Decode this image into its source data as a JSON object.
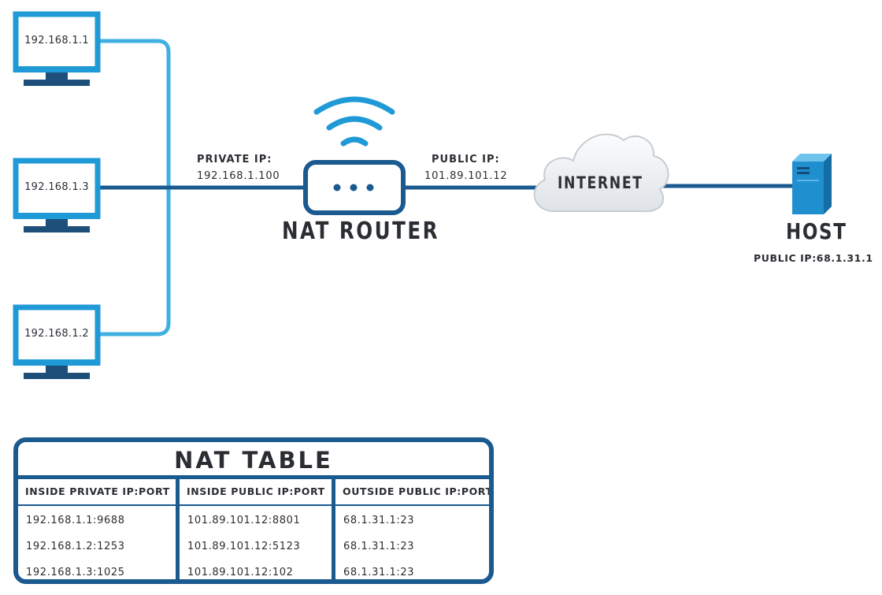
{
  "clients": [
    {
      "ip": "192.168.1.1"
    },
    {
      "ip": "192.168.1.3"
    },
    {
      "ip": "192.168.1.2"
    }
  ],
  "router": {
    "title": "NAT ROUTER",
    "private_label": "PRIVATE IP:",
    "private_ip": "192.168.1.100",
    "public_label": "PUBLIC IP:",
    "public_ip": "101.89.101.12"
  },
  "cloud": {
    "label": "INTERNET"
  },
  "host": {
    "title": "HOST",
    "public_ip_text": "PUBLIC IP:68.1.31.1"
  },
  "nat_table": {
    "title": "NAT TABLE",
    "columns": [
      {
        "header": "INSIDE PRIVATE IP:PORT",
        "cells": [
          "192.168.1.1:9688",
          "192.168.1.2:1253",
          "192.168.1.3:1025"
        ]
      },
      {
        "header": "INSIDE PUBLIC IP:PORT",
        "cells": [
          "101.89.101.12:8801",
          "101.89.101.12:5123",
          "101.89.101.12:102"
        ]
      },
      {
        "header": "OUTSIDE PUBLIC IP:PORT",
        "cells": [
          "68.1.31.1:23",
          "68.1.31.1:23",
          "68.1.31.1:23"
        ]
      }
    ]
  },
  "colors": {
    "device_blue": "#1f9ad6",
    "wire_light": "#3fb0e0",
    "wire_dark": "#1a5a8f",
    "monitor_stand": "#1d4f7a",
    "host_blue": "#1f8fd0"
  },
  "icons": {
    "clients": "computer-monitor-icon",
    "router": "wifi-router-icon",
    "cloud": "cloud-icon",
    "host": "server-tower-icon"
  }
}
